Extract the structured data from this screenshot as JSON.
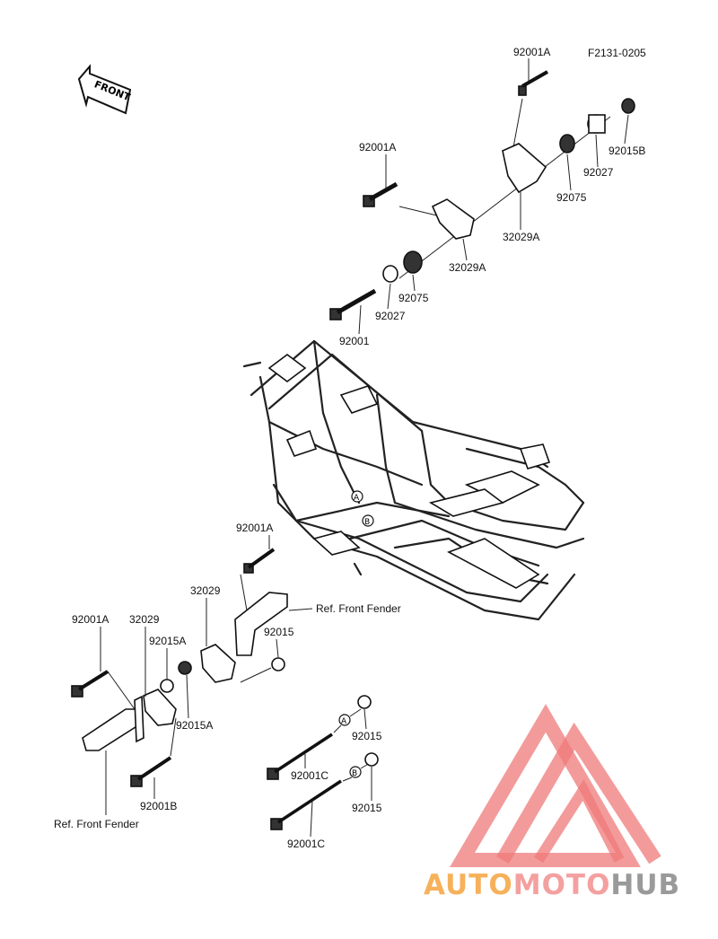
{
  "diagram": {
    "code": "F2131-0205",
    "front_arrow": "FRONT",
    "labels": {
      "p1": "92001A",
      "p2": "92001A",
      "p3": "92027",
      "p4": "92015B",
      "p5": "92075",
      "p6": "32029A",
      "p7": "32029A",
      "p8": "92075",
      "p9": "92027",
      "p10": "92001",
      "p11": "92001A",
      "p12": "32029",
      "p13": "Ref. Front Fender",
      "p14": "92001A",
      "p15": "32029",
      "p16": "92015A",
      "p17": "92015",
      "p18": "92015A",
      "p19": "92015",
      "p20": "92001C",
      "p21": "92015",
      "p22": "92001B",
      "p23": "92001C",
      "p24": "Ref. Front Fender"
    },
    "markers": {
      "a": "A",
      "b": "B"
    }
  },
  "watermark": {
    "auto": "AUTO",
    "moto": "MOTO",
    "hub": "HUB",
    "color_auto": "#f6b15a",
    "color_moto": "#f4a0a0",
    "color_hub": "#9a9a9a",
    "logo_color": "#ef7a7a"
  }
}
